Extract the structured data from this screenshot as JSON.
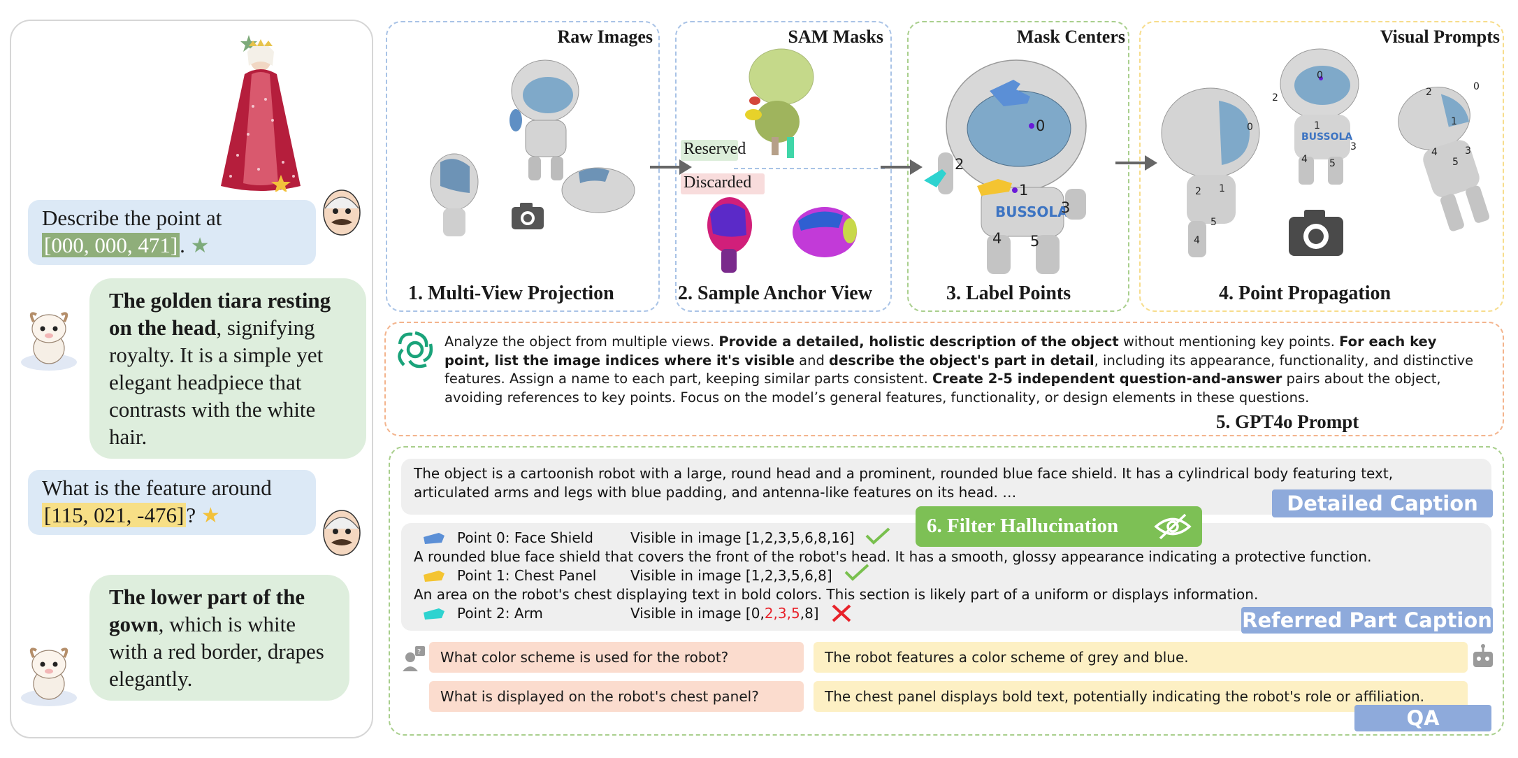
{
  "chat": {
    "q1_line1": "Describe the point at",
    "q1_coord": "[000, 000, 471]",
    "q1_suffix": ".",
    "a1_bold": "The golden tiara resting on the head",
    "a1_rest": ", signifying royalty. It is a simple yet elegant headpiece that contrasts with the white hair.",
    "q2_line1": "What is the feature around",
    "q2_coord": "[115, 021, -476]",
    "q2_suffix": "?",
    "a2_bold": "The lower part of the gown",
    "a2_rest": ", which is white with a red border, drapes elegantly."
  },
  "stages": {
    "raw_title": "Raw Images",
    "raw_label": "1. Multi-View Projection",
    "sam_title": "SAM Masks",
    "sam_label": "2. Sample Anchor View",
    "sam_reserved": "Reserved",
    "sam_discarded": "Discarded",
    "centers_title": "Mask Centers",
    "centers_label": "3. Label Points",
    "prompts_title": "Visual Prompts",
    "prompts_label": "4. Point Propagation"
  },
  "point_numbers": [
    "0",
    "1",
    "2",
    "3",
    "4",
    "5"
  ],
  "prompt": {
    "seg1": "Analyze the object from multiple views. ",
    "seg2": "Provide a detailed, holistic description of the object",
    "seg3": " without mentioning key points. ",
    "seg4": "For each key point, list the image indices where it's visible",
    "seg5": " and ",
    "seg6": "describe the object's part in detail",
    "seg7": ", including its appearance, functionality, and distinctive features. Assign a name to each part, keeping similar parts consistent. ",
    "seg8": "Create 2-5 independent question-and-answer",
    "seg9": " pairs about the object, avoiding references to key points. Focus on the model’s general features, functionality, or design elements in these questions.",
    "label": "5. GPT4o Prompt"
  },
  "caption": {
    "text": "The object is a cartoonish robot with a large, round head and a prominent, rounded blue face shield. It has a cylindrical body featuring text, articulated arms and legs with blue padding, and antenna-like features on its head. …",
    "tag": "Detailed Caption"
  },
  "filter_label": "6. Filter Hallucination",
  "parts": {
    "p0_name": "Point 0: Face Shield",
    "p0_vis": "Visible in image [1,2,3,5,6,8,16]",
    "p0_desc": "A rounded blue face shield that covers the front of the robot's head. It has a smooth, glossy appearance indicating a protective function.",
    "p1_name": "Point 1: Chest Panel",
    "p1_vis": "Visible in image [1,2,3,5,6,8]",
    "p1_desc": "An area on the robot's chest displaying text in bold colors. This section is likely part of a uniform or displays information.",
    "p2_name": "Point 2: Arm",
    "p2_vis_pre": "Visible in image [0,",
    "p2_vis_red": "2,3,5",
    "p2_vis_post": ",8]",
    "tag": "Referred Part Caption"
  },
  "qa": {
    "q1": "What color scheme is used for the robot?",
    "a1": "The robot features a color scheme of grey and blue.",
    "q2": "What is displayed on the robot's chest panel?",
    "a2": "The chest panel displays bold text, potentially indicating the robot's role or affiliation.",
    "tag": "QA"
  },
  "colors": {
    "raw_border": "#a9c3e6",
    "sam_border": "#a9c3e6",
    "centers_border": "#a9cf8d",
    "prompts_border": "#f7dd8c",
    "prompt_border": "#f3b48d",
    "filter_green": "#7dc055",
    "tag_blue": "#8eaadb",
    "point_purple": "#6a1bd8",
    "hand_blue": "#5b8fd6",
    "hand_yellow": "#f4c431",
    "hand_cyan": "#2ed3d0"
  }
}
